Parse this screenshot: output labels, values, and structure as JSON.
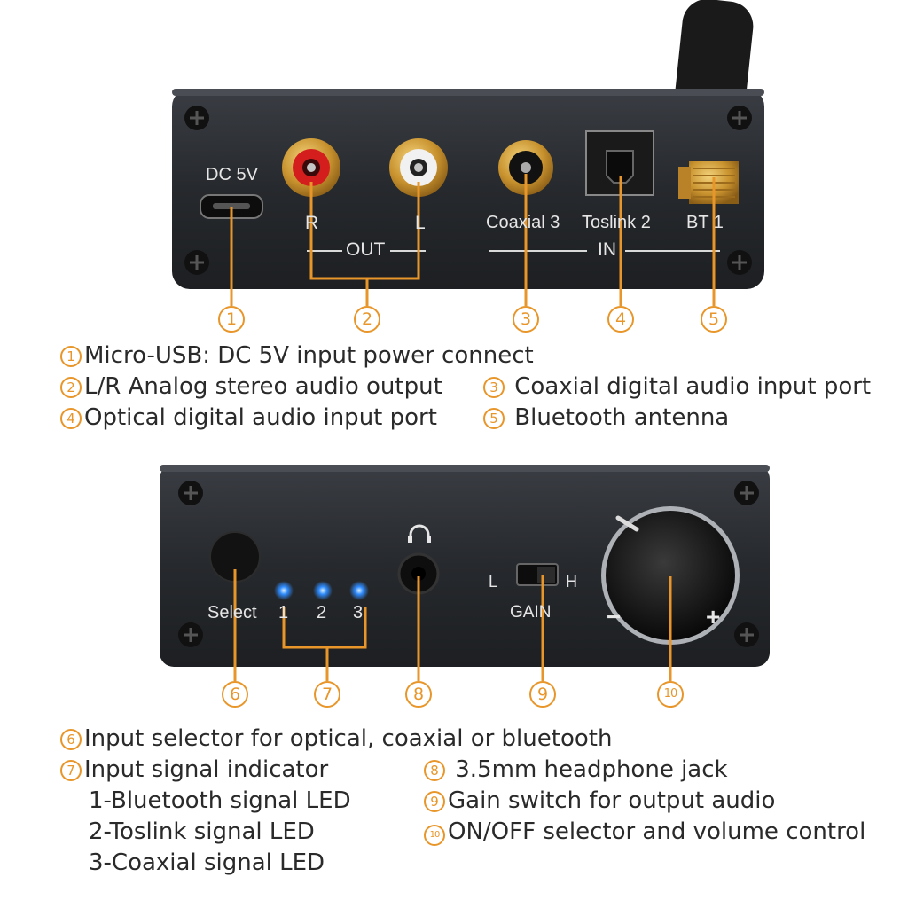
{
  "top_panel": {
    "dc_label": "DC 5V",
    "r_label": "R",
    "l_label": "L",
    "out_label": "OUT",
    "coaxial_label": "Coaxial 3",
    "toslink_label": "Toslink 2",
    "bt_label": "BT 1",
    "in_label": "IN"
  },
  "bottom_panel": {
    "select_label": "Select",
    "led_labels": [
      "1",
      "2",
      "3"
    ],
    "gain_l": "L",
    "gain_h": "H",
    "gain_label": "GAIN",
    "minus": "−",
    "plus": "+"
  },
  "markers": [
    "1",
    "2",
    "3",
    "4",
    "5",
    "6",
    "7",
    "8",
    "9",
    "10"
  ],
  "legend_top": [
    {
      "num": "1",
      "text": "Micro-USB: DC 5V input power connect"
    },
    {
      "num": "2",
      "text": "L/R Analog stereo audio output"
    },
    {
      "num": "3",
      "text": "Coaxial digital audio input port"
    },
    {
      "num": "4",
      "text": "Optical digital audio input port"
    },
    {
      "num": "5",
      "text": "Bluetooth antenna"
    }
  ],
  "legend_bottom": [
    {
      "num": "6",
      "text": "Input selector for optical, coaxial or bluetooth"
    },
    {
      "num": "7",
      "text": "Input signal indicator"
    },
    {
      "num": "",
      "text": "1-Bluetooth signal LED"
    },
    {
      "num": "",
      "text": "2-Toslink signal LED"
    },
    {
      "num": "",
      "text": "3-Coaxial signal LED"
    },
    {
      "num": "8",
      "text": "3.5mm headphone jack"
    },
    {
      "num": "9",
      "text": "Gain switch for output audio"
    },
    {
      "num": "10",
      "text": "ON/OFF selector and volume control"
    }
  ],
  "colors": {
    "callout": "#e8962a",
    "panel": "#2b2e33",
    "led": "#2f8cff",
    "text": "#2a2a2a"
  },
  "icons": [
    "screw-icon",
    "headphone-icon"
  ]
}
